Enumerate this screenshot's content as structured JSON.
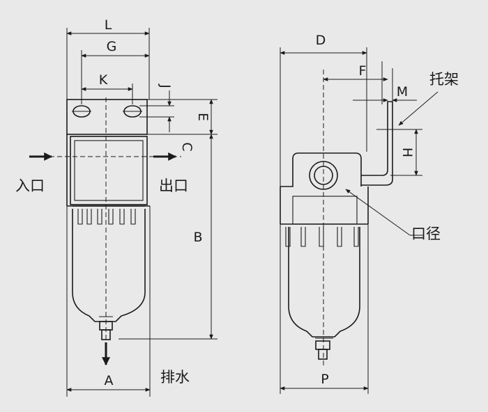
{
  "dimension_labels": {
    "L": "L",
    "G": "G",
    "K": "K",
    "J": "J",
    "E": "E",
    "C": "C",
    "B": "B",
    "A": "A",
    "D": "D",
    "F": "F",
    "M": "M",
    "H": "H",
    "P": "P"
  },
  "callouts": {
    "inlet": "入口",
    "outlet": "出口",
    "drain": "排水",
    "bracket": "托架",
    "port_diameter": "口径"
  }
}
